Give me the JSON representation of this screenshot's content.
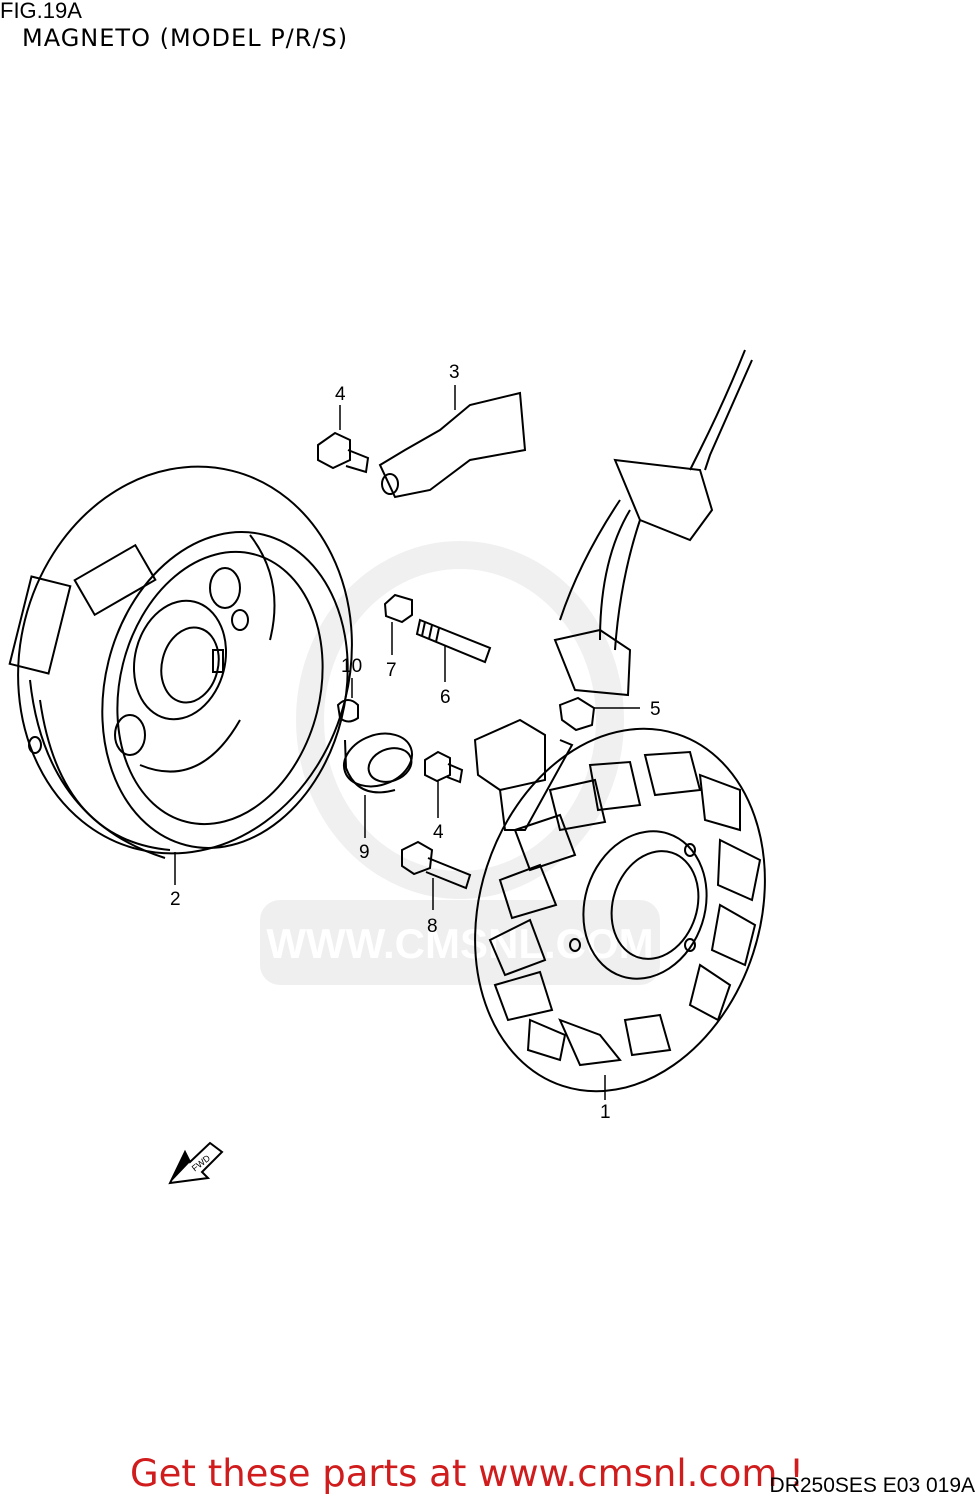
{
  "header": {
    "figure_number": "FIG.19A",
    "figure_title": "MAGNETO (MODEL P/R/S)"
  },
  "callouts": [
    {
      "id": "stator",
      "label": "1"
    },
    {
      "id": "rotor",
      "label": "2"
    },
    {
      "id": "clamp",
      "label": "3"
    },
    {
      "id": "bolt-top",
      "label": "4"
    },
    {
      "id": "grommet",
      "label": "5"
    },
    {
      "id": "stud",
      "label": "6"
    },
    {
      "id": "nut",
      "label": "7"
    },
    {
      "id": "bolt-bottom",
      "label": "4"
    },
    {
      "id": "bolt-rotor",
      "label": "8"
    },
    {
      "id": "washer",
      "label": "9"
    },
    {
      "id": "key",
      "label": "10"
    }
  ],
  "direction_marker": {
    "label": "FWD",
    "icon": "forward-arrow-icon"
  },
  "watermark": {
    "text": "WWW.CMSNL.COM"
  },
  "footer": {
    "promo_text": "Get these parts at www.cmsnl.com !",
    "drawing_code": "DR250SES E03  019A",
    "promo_color": "#d01c1c"
  }
}
